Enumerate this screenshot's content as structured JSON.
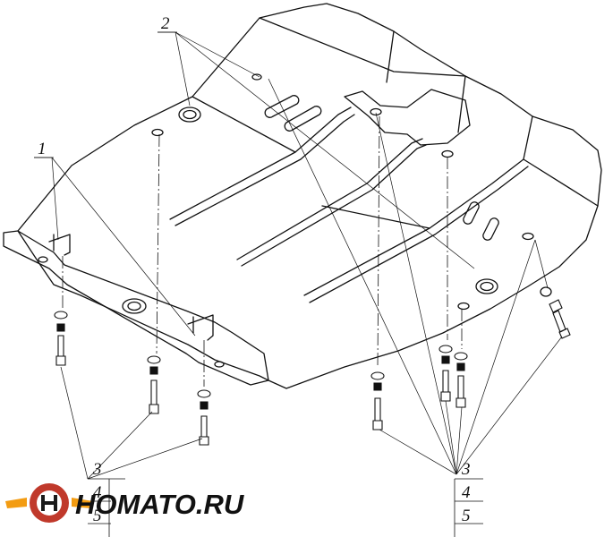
{
  "callouts": {
    "top_left": [
      "1",
      "2"
    ],
    "bottom_left": [
      "3",
      "4",
      "5"
    ],
    "bottom_right": [
      "3",
      "4",
      "5"
    ]
  },
  "logo": {
    "text": "HOMATO.RU",
    "colors": {
      "ring": "#c0392b",
      "accent": "#f39c12",
      "dark": "#1a1a1a"
    }
  },
  "colors": {
    "line": "#111111",
    "background": "#ffffff"
  }
}
